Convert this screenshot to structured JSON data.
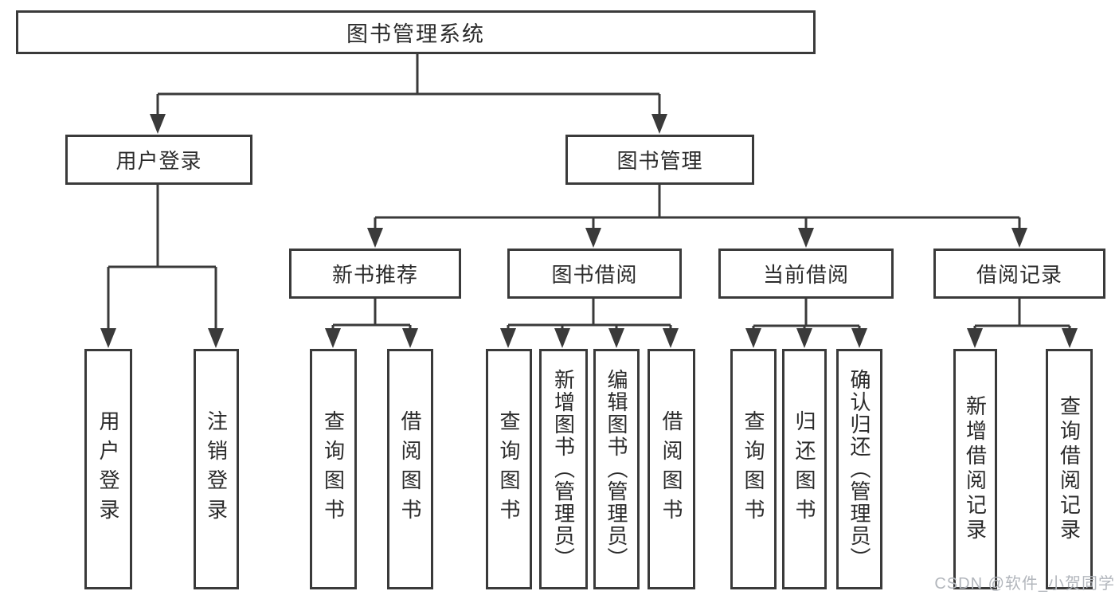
{
  "title": "图书管理系统",
  "tree": {
    "root": {
      "label": "图书管理系统"
    },
    "branches": [
      {
        "label": "用户登录",
        "leaves": [
          "用户登录",
          "注销登录"
        ]
      },
      {
        "label": "图书管理",
        "groups": [
          {
            "label": "新书推荐",
            "leaves": [
              "查询图书",
              "借阅图书"
            ]
          },
          {
            "label": "图书借阅",
            "leaves": [
              "查询图书",
              "新增图书（管理员）",
              "编辑图书（管理员）",
              "借阅图书"
            ]
          },
          {
            "label": "当前借阅",
            "leaves": [
              "查询图书",
              "归还图书",
              "确认归还（管理员）"
            ]
          },
          {
            "label": "借阅记录",
            "leaves": [
              "新增借阅记录",
              "查询借阅记录"
            ]
          }
        ]
      }
    ]
  },
  "watermark": "CSDN @软件_小贺同学",
  "colors": {
    "line": "#3a3a3a",
    "box_border": "#3a3a3a",
    "box_fill": "#ffffff",
    "text": "#2b2b2b",
    "watermark": "#b2b6bc",
    "background": "#ffffff"
  }
}
